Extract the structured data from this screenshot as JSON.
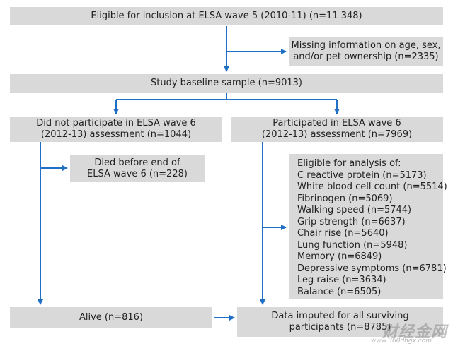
{
  "flowchart": {
    "eligible": "Eligible for inclusion at ELSA wave 5 (2010-11) (n=11 348)",
    "missing": [
      "Missing information on age, sex,",
      "and/or pet ownership (n=2335)"
    ],
    "baseline": "Study baseline sample (n=9013)",
    "not_participated": [
      "Did not participate in ELSA wave 6",
      "(2012-13) assessment (n=1044)"
    ],
    "participated": [
      "Participated in ELSA wave 6",
      "(2012-13) assessment (n=7969)"
    ],
    "died": [
      "Died before end of",
      "ELSA wave 6 (n=228)"
    ],
    "eligible_analysis": {
      "title": "Eligible for analysis of:",
      "items": [
        "C reactive protein (n=5173)",
        "White blood cell count (n=5514)",
        "Fibrinogen (n=5069)",
        "Walking speed (n=5744)",
        "Grip strength (n=6637)",
        "Chair rise (n=5640)",
        "Lung function (n=5948)",
        "Memory (n=6849)",
        "Depressive symptoms (n=6781)",
        "Leg raise (n=3634)",
        "Balance (n=6505)"
      ]
    },
    "alive": "Alive (n=816)",
    "imputed": [
      "Data imputed for all surviving",
      "participants (n=8785)"
    ]
  },
  "colors": {
    "box": "#d9d9d9",
    "arrow": "#1f6fc5"
  },
  "watermark": {
    "text": "财经金网",
    "url": "www.360dhgx.com"
  }
}
